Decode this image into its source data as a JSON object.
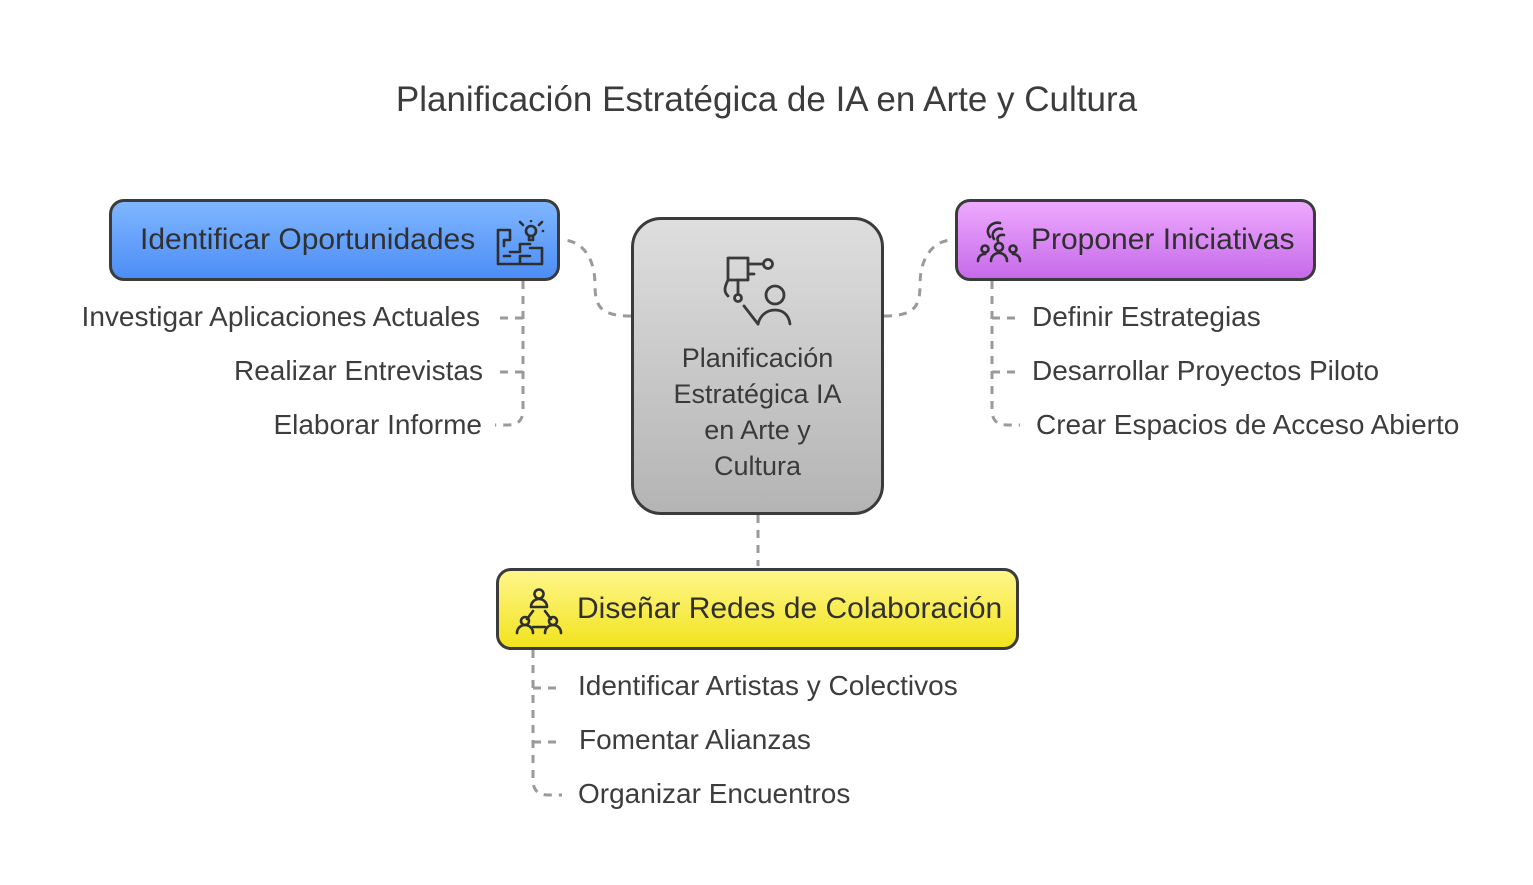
{
  "title": "Planificación Estratégica de IA en Arte y Cultura",
  "center": {
    "label": "Planificación Estratégica IA en Arte y Cultura",
    "color": "#c9c9c9",
    "icon": "person-with-device-icon"
  },
  "branches": {
    "identify": {
      "label": "Identificar Oportunidades",
      "color": "#5f9cfb",
      "icon": "lightbulb-plan-icon",
      "items": [
        "Investigar Aplicaciones Actuales",
        "Realizar Entrevistas",
        "Elaborar Informe"
      ]
    },
    "propose": {
      "label": "Proponer Iniciativas",
      "color": "#d680f0",
      "icon": "group-signal-icon",
      "items": [
        "Definir Estrategias",
        "Desarrollar Proyectos Piloto",
        "Crear Espacios de Acceso Abierto"
      ]
    },
    "design": {
      "label": "Diseñar Redes de Colaboración",
      "color": "#f7ea3f",
      "icon": "network-people-icon",
      "items": [
        "Identificar Artistas y Colectivos",
        "Fomentar Alianzas",
        "Organizar Encuentros"
      ]
    }
  }
}
